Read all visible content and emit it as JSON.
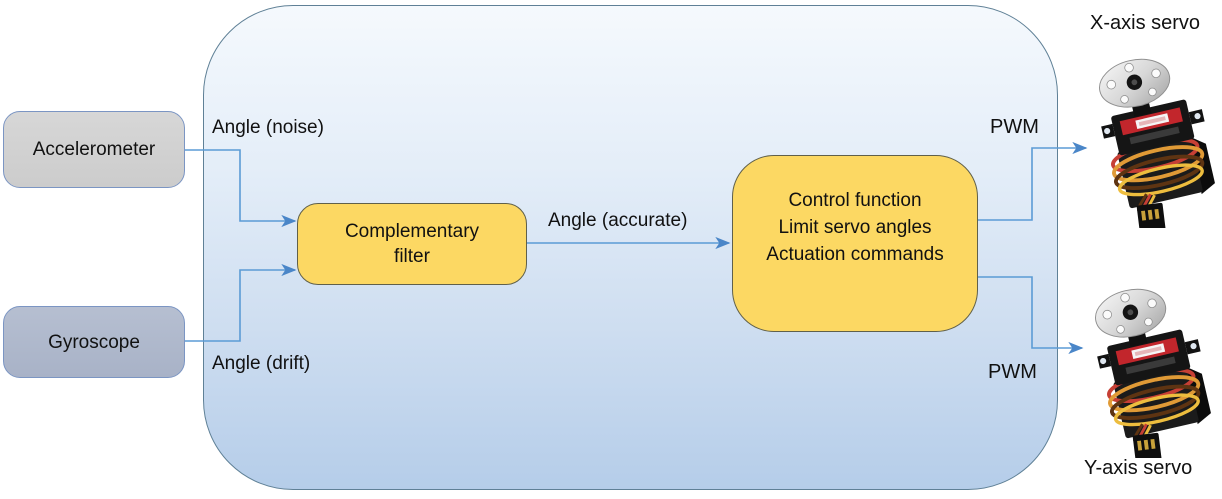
{
  "diagram": {
    "sources": [
      {
        "label": "Accelerometer",
        "signal_label": "Angle (noise)"
      },
      {
        "label": "Gyroscope",
        "signal_label": "Angle (drift)"
      }
    ],
    "processing": {
      "filter": {
        "label": "Complementary filter"
      },
      "controller": {
        "lines": [
          "Control function",
          "Limit servo angles",
          "Actuation commands"
        ]
      }
    },
    "signals": {
      "accurate": "Angle (accurate)",
      "pwm_x": "PWM",
      "pwm_y": "PWM"
    },
    "actuators": [
      {
        "label": "X-axis servo"
      },
      {
        "label": "Y-axis servo"
      }
    ],
    "colors": {
      "boundary_fill_top": "#f5f9fd",
      "boundary_fill_bottom": "#b5cde9",
      "boundary_border": "#5f8096",
      "accelerometer_fill": "#d1d1d1",
      "gyroscope_fill": "#aeb8cc",
      "source_border": "#7b95c3",
      "process_fill": "#fcd863",
      "process_border": "#60604a",
      "connector_line": "#5b9bd5",
      "text": "#111111"
    }
  }
}
